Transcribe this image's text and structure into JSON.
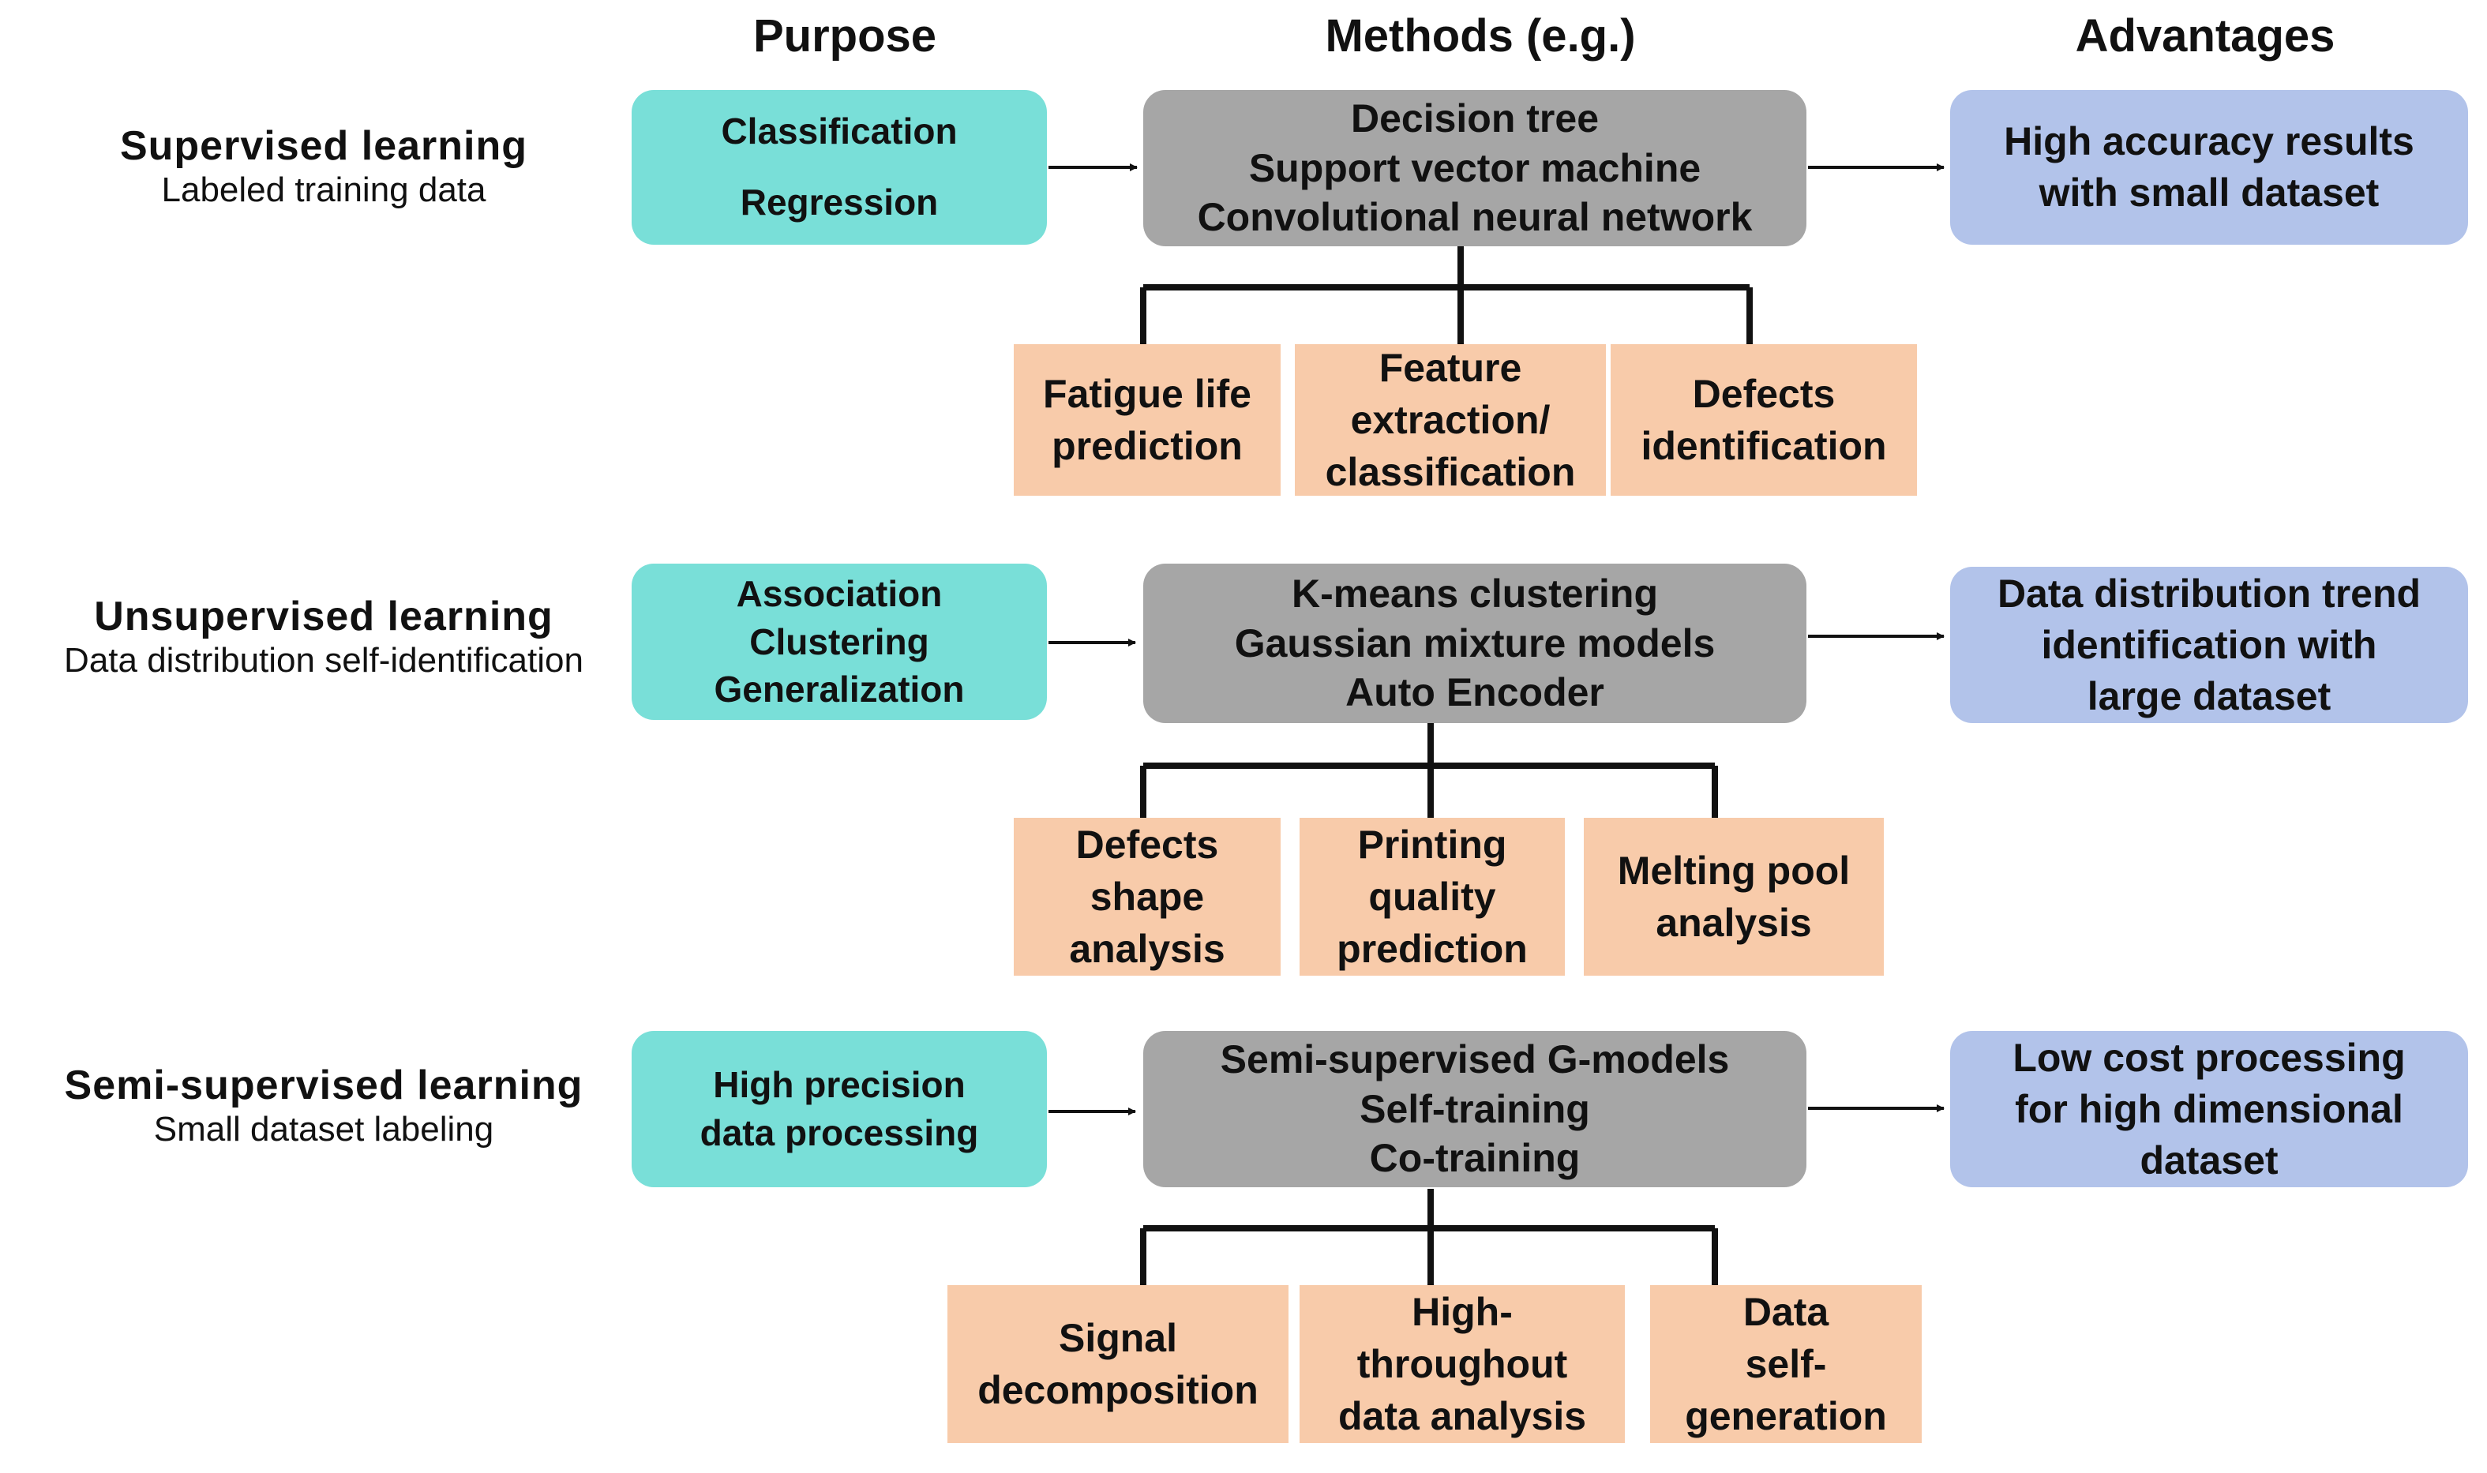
{
  "headers": {
    "purpose": "Purpose",
    "methods": "Methods (e.g.)",
    "advantages": "Advantages"
  },
  "sections": [
    {
      "name": "Supervised learning",
      "subtitle": "Labeled training data",
      "purpose": [
        "Classification",
        "Regression"
      ],
      "methods": [
        "Decision tree",
        "Support vector machine",
        "Convolutional neural network"
      ],
      "advantage": [
        "High accuracy results",
        "with small dataset"
      ],
      "applications": [
        [
          "Fatigue life",
          "prediction"
        ],
        [
          "Feature",
          "extraction/",
          "classification"
        ],
        [
          "Defects",
          "identification"
        ]
      ]
    },
    {
      "name": "Unsupervised learning",
      "subtitle": "Data distribution self-identification",
      "purpose": [
        "Association",
        "Clustering",
        "Generalization"
      ],
      "methods": [
        "K-means clustering",
        "Gaussian mixture models",
        "Auto Encoder"
      ],
      "advantage": [
        "Data distribution trend",
        "identification with",
        "large dataset"
      ],
      "applications": [
        [
          "Defects",
          "shape",
          "analysis"
        ],
        [
          "Printing",
          "quality",
          "prediction"
        ],
        [
          "Melting pool",
          "analysis"
        ]
      ]
    },
    {
      "name": "Semi-supervised learning",
      "subtitle": "Small dataset labeling",
      "purpose": [
        "High precision",
        "data processing"
      ],
      "methods": [
        "Semi-supervised G-models",
        "Self-training",
        "Co-training"
      ],
      "advantage": [
        "Low cost processing",
        "for high dimensional",
        "dataset"
      ],
      "applications": [
        [
          "Signal",
          "decomposition"
        ],
        [
          "High-",
          "throughout",
          "data analysis"
        ],
        [
          "Data",
          "self-",
          "generation"
        ]
      ]
    }
  ],
  "colors": {
    "purpose": "#79dfd8",
    "methods": "#a6a6a6",
    "advantage": "#b2c3ea",
    "application": "#f8cbaa",
    "line": "#111111"
  }
}
